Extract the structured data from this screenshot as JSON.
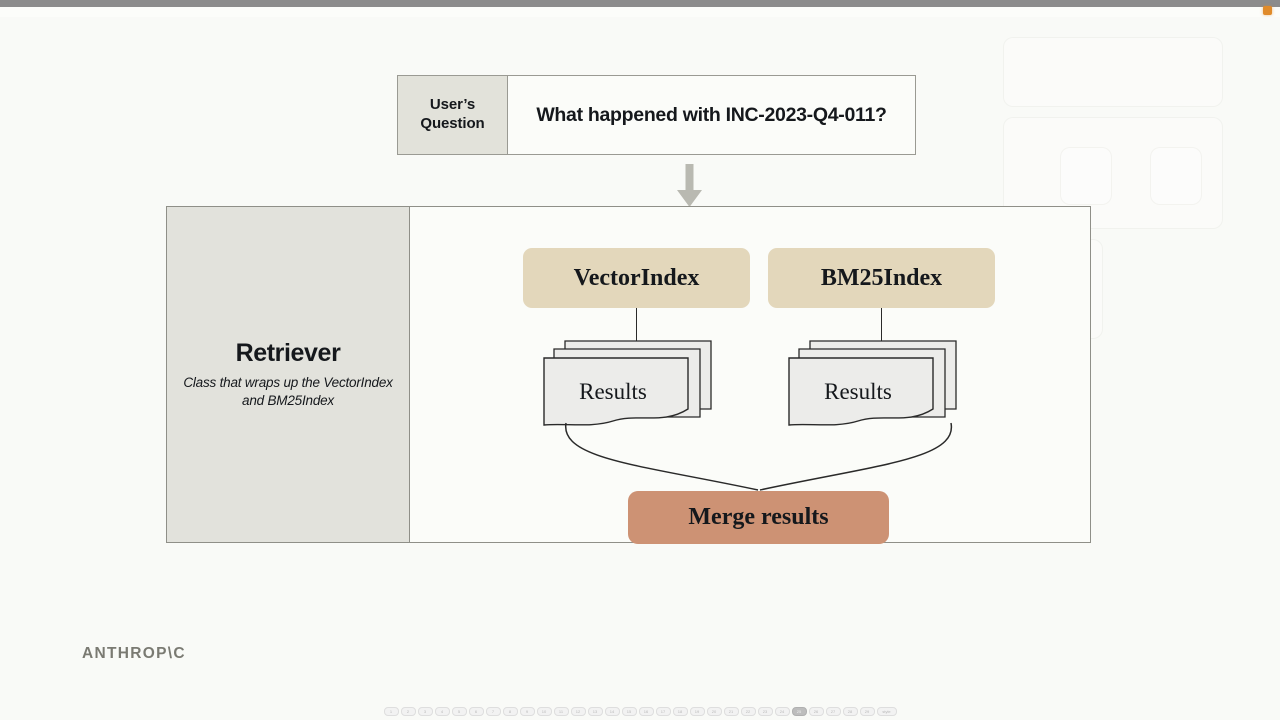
{
  "chrome": {
    "rec_indicator": "recording-dot"
  },
  "slide": {
    "question": {
      "label": "User’s\nQuestion",
      "text": "What happened with INC-2023-Q4-011?"
    },
    "arrow_icon": "arrow-down-icon",
    "retriever": {
      "title": "Retriever",
      "subtitle": "Class that wraps up the VectorIndex and BM25Index"
    },
    "indexes": [
      {
        "id": "vector",
        "label": "VectorIndex",
        "results_label": "Results"
      },
      {
        "id": "bm25",
        "label": "BM25Index",
        "results_label": "Results"
      }
    ],
    "merge": {
      "label": "Merge results"
    },
    "logo": "ANTHROP\\C"
  },
  "colors": {
    "background": "#f9faf7",
    "panel_fill": "#fbfcf9",
    "panel_border": "#8f8f88",
    "retriever_side": "#e2e2dc",
    "index_box": "#e3d7bb",
    "merge_box": "#cd9274",
    "results_doc": "#ececea",
    "arrow": "#b9b9b1",
    "logo_text": "#7a7a72",
    "rec_dot": "#e08b2a"
  },
  "slide_strip": {
    "active_index": 24,
    "pills": [
      "1",
      "2",
      "3",
      "4",
      "5",
      "6",
      "7",
      "8",
      "9",
      "10",
      "11",
      "12",
      "13",
      "14",
      "15",
      "16",
      "17",
      "18",
      "19",
      "20",
      "21",
      "22",
      "23",
      "24",
      "25",
      "26",
      "27",
      "28",
      "29",
      "style"
    ]
  }
}
